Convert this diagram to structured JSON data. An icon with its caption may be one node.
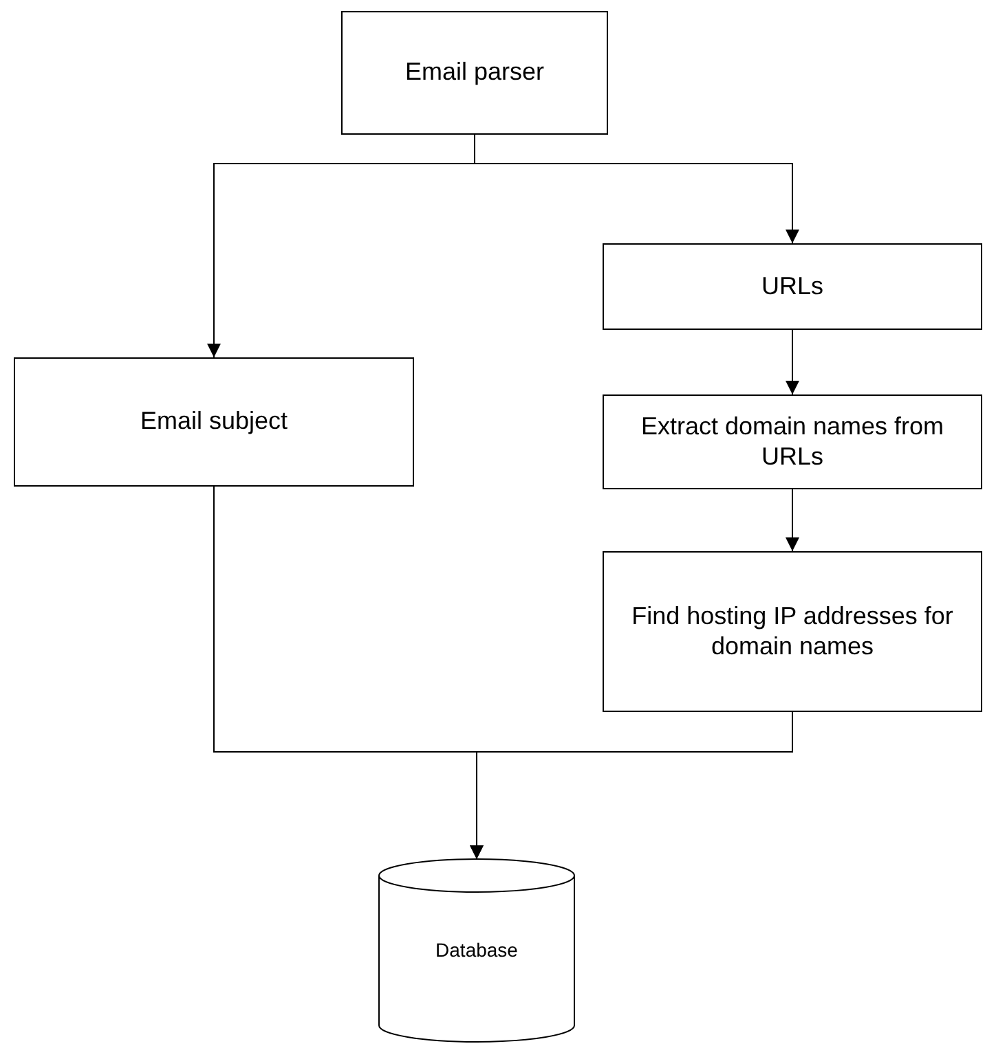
{
  "diagram": {
    "nodes": [
      {
        "text": [
          "Email parser"
        ]
      },
      {
        "text": [
          "URLs"
        ]
      },
      {
        "text": [
          "Email subject"
        ]
      },
      {
        "text": [
          "Extract domain names from URLs"
        ]
      },
      {
        "text": [
          "Find hosting IP addresses for domain names"
        ]
      },
      {
        "text": [
          "Database"
        ]
      }
    ],
    "edges": [
      {
        "from": 0,
        "to": 2,
        "arrow": "to"
      },
      {
        "from": 0,
        "to": 1,
        "arrow": "to"
      },
      {
        "from": 1,
        "to": 3,
        "arrow": "to"
      },
      {
        "from": 3,
        "to": 4,
        "arrow": "to"
      },
      {
        "from": 2,
        "to": 5,
        "arrow": "to"
      },
      {
        "from": 4,
        "to": 5,
        "arrow": "to"
      }
    ]
  }
}
